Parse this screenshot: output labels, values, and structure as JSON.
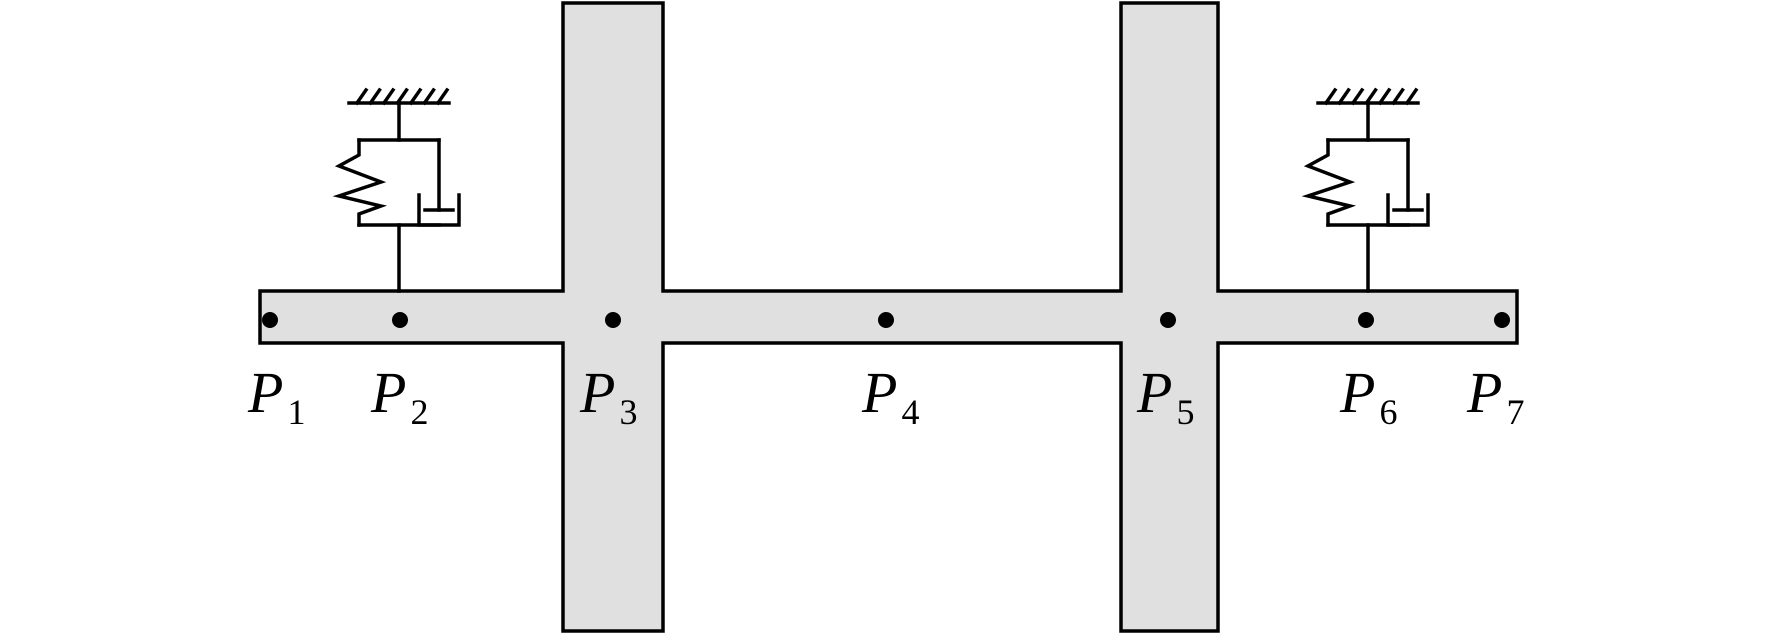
{
  "colors": {
    "body_fill": "#e0e0e0",
    "stroke": "#000000",
    "background": "#ffffff"
  },
  "nodes": [
    {
      "id": "P1",
      "letter": "P",
      "sub": "1"
    },
    {
      "id": "P2",
      "letter": "P",
      "sub": "2"
    },
    {
      "id": "P3",
      "letter": "P",
      "sub": "3"
    },
    {
      "id": "P4",
      "letter": "P",
      "sub": "4"
    },
    {
      "id": "P5",
      "letter": "P",
      "sub": "5"
    },
    {
      "id": "P6",
      "letter": "P",
      "sub": "6"
    },
    {
      "id": "P7",
      "letter": "P",
      "sub": "7"
    }
  ],
  "components": {
    "shaft": "shaft",
    "disks": [
      "disk-left",
      "disk-right"
    ],
    "supports": [
      "support-left",
      "support-right"
    ]
  }
}
